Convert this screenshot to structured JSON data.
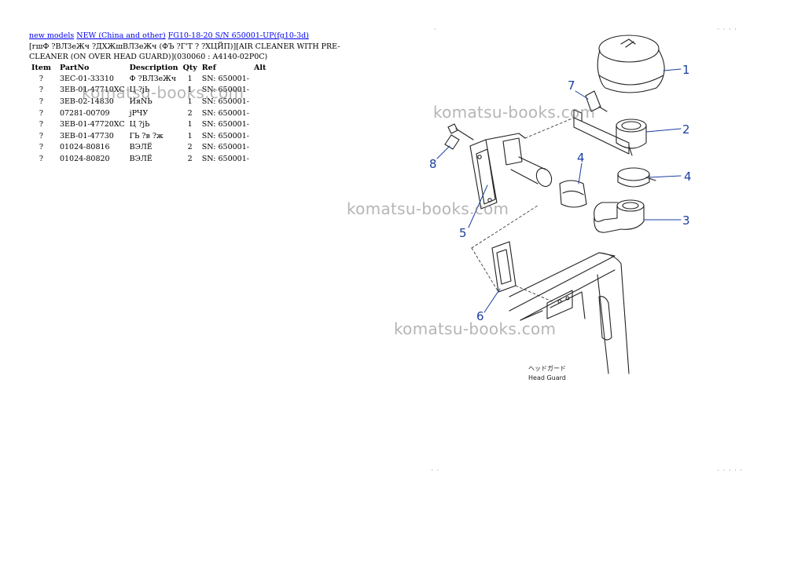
{
  "breadcrumb": {
    "link1": "new models",
    "link2": "NEW (China and other)",
    "link3": "FG10-18-20 S/N 650001-UP(fg10-3d)"
  },
  "title": "[гшФ ?ВЛЗеЖч ?ДХЖшВЛЗеЖч (ФЪ ?Г'Т ? ?ХЦЙП)][AIR CLEANER WITH PRE-CLEANER (ON OVER HEAD GUARD)](030060 : A4140-02P0C)",
  "table": {
    "headers": {
      "item": "Item",
      "partno": "PartNo",
      "desc": "Description",
      "qty": "Qty",
      "ref": "Ref",
      "alt": "Alt"
    },
    "rows": [
      {
        "item": "?",
        "partno": "3EC-01-33310",
        "desc": "Ф ?ВЛЗеЖч",
        "qty": "1",
        "ref": "SN: 650001-",
        "alt": ""
      },
      {
        "item": "?",
        "partno": "3EB-01-47710XC",
        "desc": "Ц ?jЬ",
        "qty": "1",
        "ref": "SN: 650001-",
        "alt": ""
      },
      {
        "item": "?",
        "partno": "3EB-02-14830",
        "desc": "ИяNЬ",
        "qty": "1",
        "ref": "SN: 650001-",
        "alt": ""
      },
      {
        "item": "?",
        "partno": "07281-00709",
        "desc": "jРЧУ",
        "qty": "2",
        "ref": "SN: 650001-",
        "alt": ""
      },
      {
        "item": "?",
        "partno": "3EB-01-47720XC",
        "desc": "Ц ?jЬ",
        "qty": "1",
        "ref": "SN: 650001-",
        "alt": ""
      },
      {
        "item": "?",
        "partno": "3EB-01-47730",
        "desc": "ГЬ ?в ?ж",
        "qty": "1",
        "ref": "SN: 650001-",
        "alt": ""
      },
      {
        "item": "?",
        "partno": "01024-80816",
        "desc": "ВЭЛЁ",
        "qty": "2",
        "ref": "SN: 650001-",
        "alt": ""
      },
      {
        "item": "?",
        "partno": "01024-80820",
        "desc": "ВЭЛЁ",
        "qty": "2",
        "ref": "SN: 650001-",
        "alt": ""
      }
    ]
  },
  "watermark": "komatsu-books.com",
  "diagram": {
    "callouts": [
      "1",
      "2",
      "3",
      "4",
      "4",
      "5",
      "6",
      "7",
      "8"
    ],
    "label_jp": "ヘッドガード",
    "label_en": "Head Guard"
  },
  "colors": {
    "link": "#0000ee",
    "callout": "#1a3fa0",
    "watermark": "#787878"
  }
}
